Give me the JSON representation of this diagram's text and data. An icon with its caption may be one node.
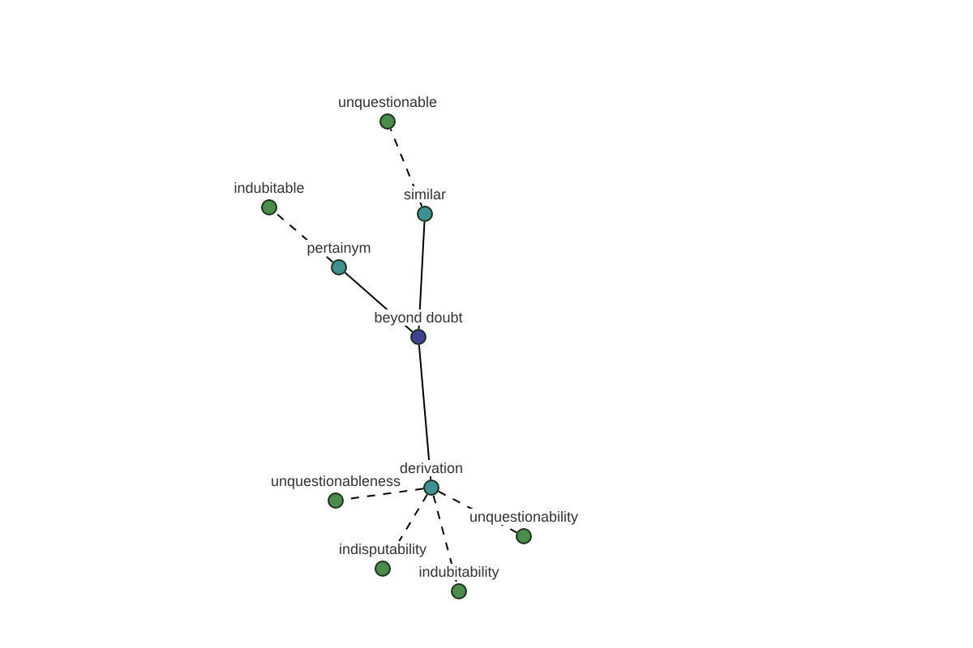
{
  "diagram": {
    "nodes": [
      {
        "text": [],
        "shape": "circle",
        "beside": [
          "unquestionable"
        ]
      },
      {
        "text": [],
        "shape": "circle",
        "beside": [
          "indubitable"
        ]
      },
      {
        "text": [],
        "shape": "circle",
        "beside": [
          "similar"
        ]
      },
      {
        "text": [],
        "shape": "circle",
        "beside": [
          "pertainym"
        ]
      },
      {
        "text": [],
        "shape": "circle",
        "beside": [
          "beyond doubt"
        ]
      },
      {
        "text": [],
        "shape": "circle",
        "beside": [
          "derivation"
        ]
      },
      {
        "text": [],
        "shape": "circle",
        "beside": [
          "unquestionableness"
        ]
      },
      {
        "text": [],
        "shape": "circle",
        "beside": [
          "unquestionability"
        ]
      },
      {
        "text": [],
        "shape": "circle",
        "beside": [
          "indisputability"
        ]
      },
      {
        "text": [],
        "shape": "circle",
        "beside": [
          "indubitability"
        ]
      }
    ],
    "edges": [
      {
        "from": 4,
        "to": 2,
        "arrow": "none"
      },
      {
        "from": 4,
        "to": 3,
        "arrow": "none"
      },
      {
        "from": 4,
        "to": 5,
        "arrow": "none"
      },
      {
        "from": 2,
        "to": 0,
        "arrow": "none",
        "style": "dashed"
      },
      {
        "from": 3,
        "to": 1,
        "arrow": "none",
        "style": "dashed"
      },
      {
        "from": 5,
        "to": 6,
        "arrow": "none",
        "style": "dashed"
      },
      {
        "from": 5,
        "to": 7,
        "arrow": "none",
        "style": "dashed"
      },
      {
        "from": 5,
        "to": 8,
        "arrow": "none",
        "style": "dashed"
      },
      {
        "from": 5,
        "to": 9,
        "arrow": "none",
        "style": "dashed"
      }
    ]
  }
}
